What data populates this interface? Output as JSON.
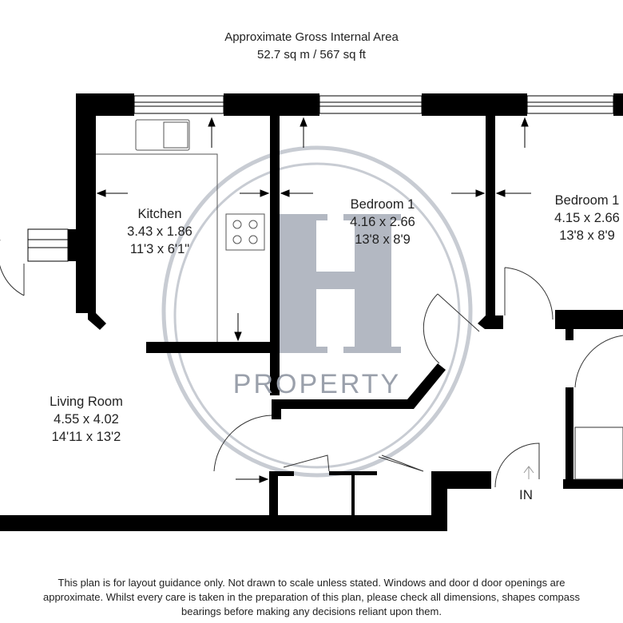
{
  "header": {
    "title": "Approximate Gross Internal Area",
    "area": "52.7 sq m / 567 sq ft"
  },
  "rooms": [
    {
      "name": "Kitchen",
      "metric": "3.43 x 1.86",
      "imperial": "11'3 x 6'1\""
    },
    {
      "name": "Bedroom 1",
      "metric": "4.16 x 2.66",
      "imperial": "13'8 x 8'9"
    },
    {
      "name": "Bedroom 1",
      "metric": "4.15 x 2.66",
      "imperial": "13'8 x 8'9"
    },
    {
      "name": "Living Room",
      "metric": "4.55 x 4.02",
      "imperial": "14'11 x 13'2"
    }
  ],
  "entrance_label": "IN",
  "watermark": {
    "letter": "H",
    "text": "PROPERTY"
  },
  "footer": {
    "line1": "This plan is for layout guidance only. Not drawn to  scale unless stated. Windows and door d door openings are",
    "line2": "approximate. Whilst every care is taken in the preparation of this plan, please check all dimensions,  shapes compass",
    "line3": "bearings before making any decisions reliant upon them."
  },
  "colors": {
    "wall": "#000000",
    "watermark": "#a9afba"
  }
}
